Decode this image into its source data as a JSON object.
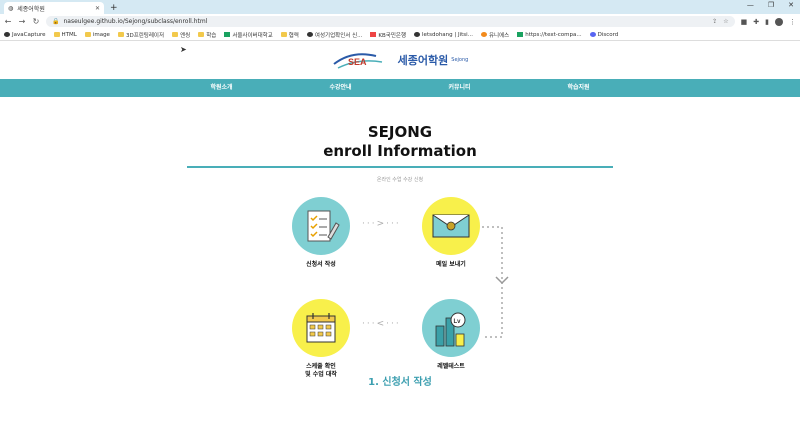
{
  "browser": {
    "tab_title": "세종어학원",
    "url": "naseulgee.github.io/Sejong/subclass/enroll.html",
    "bookmarks": [
      "JavaCapture",
      "HTML",
      "image",
      "3D프린팅레이저",
      "엔씽",
      "학습",
      "서울사이버대학교",
      "협력",
      "여성기업확인서 신...",
      "KB국민은행",
      "letsdohang | Jitsi...",
      "유니에스",
      "https://text-compa...",
      "Discord"
    ]
  },
  "site": {
    "logo_mark": "SEA",
    "logo_name": "세종어학원",
    "logo_sub": "Sejong",
    "menu": [
      "학원소개",
      "수강안내",
      "커뮤니티",
      "학습지원"
    ]
  },
  "content": {
    "title_line1": "SEJONG",
    "title_line2": "enroll Information",
    "subcaption": "온라인 수업 수강 신청",
    "steps": [
      {
        "label": "신청서 작성"
      },
      {
        "label": "메일 보내기"
      },
      {
        "label": "레벨테스트"
      },
      {
        "label": "스케줄 확인",
        "label2": "및 수업 대작"
      }
    ],
    "section_heading": "1. 신청서 작성"
  },
  "colors": {
    "accent": "#49aeb8",
    "teal_circle": "#7fcfd2",
    "yellow_circle": "#f8f04b",
    "logo_blue": "#2a5aa8"
  }
}
